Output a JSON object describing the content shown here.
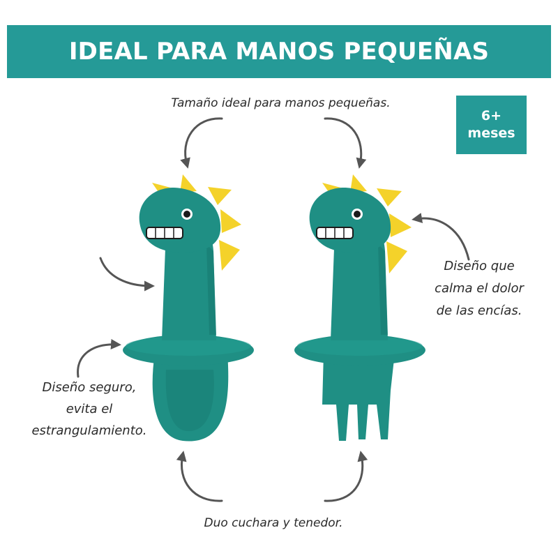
{
  "banner": {
    "title": "IDEAL PARA MANOS PEQUEÑAS"
  },
  "badge": {
    "line1": "6+",
    "line2": "meses"
  },
  "captions": {
    "top": "Tamaño ideal para manos pequeñas.",
    "right": [
      "Diseño que",
      "calma el dolor",
      "de las encías."
    ],
    "left": [
      "Diseño seguro,",
      "evita el",
      "estrangulamiento."
    ],
    "bottom": "Duo cuchara y tenedor."
  },
  "colors": {
    "teal_banner": "#259a97",
    "dino_body": "#1f8f84",
    "dino_shade": "#177a70",
    "spikes": "#f4d22a",
    "arrows": "#555555"
  }
}
